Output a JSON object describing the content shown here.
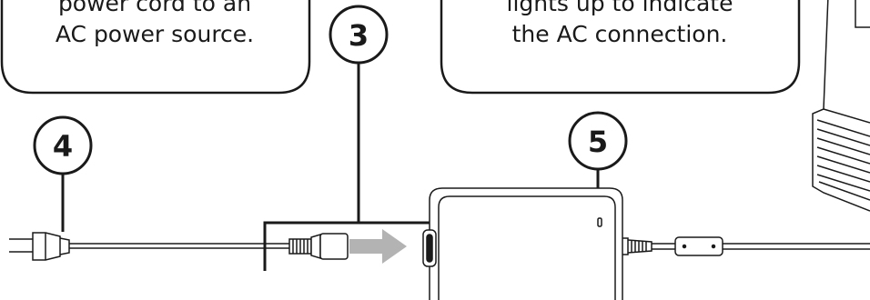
{
  "callout_left": {
    "line1": "power cord to an",
    "line2": "AC power source."
  },
  "callout_right": {
    "line1": "lights up to indicate",
    "line2": "the AC connection."
  },
  "step_markers": {
    "three": "3",
    "four": "4",
    "five": "5"
  },
  "colors": {
    "line": "#1a1a1a",
    "arrow": "#b3b3b3",
    "background": "#ffffff"
  },
  "icons": [
    "ac-plug-icon",
    "power-cord-connector-icon",
    "power-adapter-icon",
    "dc-cable-connector-icon",
    "computer-chassis-icon",
    "insert-arrow-icon"
  ]
}
